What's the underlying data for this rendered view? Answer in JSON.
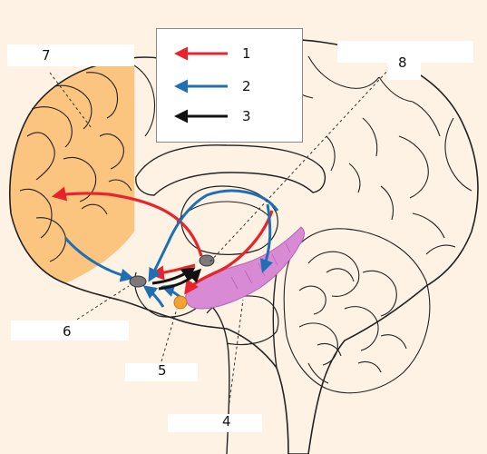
{
  "labels": {
    "l1": "1",
    "l2": "2",
    "l3": "3",
    "l4": "4",
    "l5": "5",
    "l6": "6",
    "l7": "7",
    "l8": "8"
  },
  "legend": [
    {
      "key": "1",
      "color": "#e8232b"
    },
    {
      "key": "2",
      "color": "#1f6fb4"
    },
    {
      "key": "3",
      "color": "#111111"
    }
  ],
  "colors": {
    "background": "#fdf2e3",
    "prefrontal": "#fbc47f",
    "outline": "#222222",
    "red_arrow": "#e8232b",
    "blue_arrow": "#1f6fb4",
    "black_arrow": "#111111",
    "nucleus_magenta": "#d98ad4",
    "node_gray": "#7a7a7a",
    "node_orange": "#f2a233"
  }
}
